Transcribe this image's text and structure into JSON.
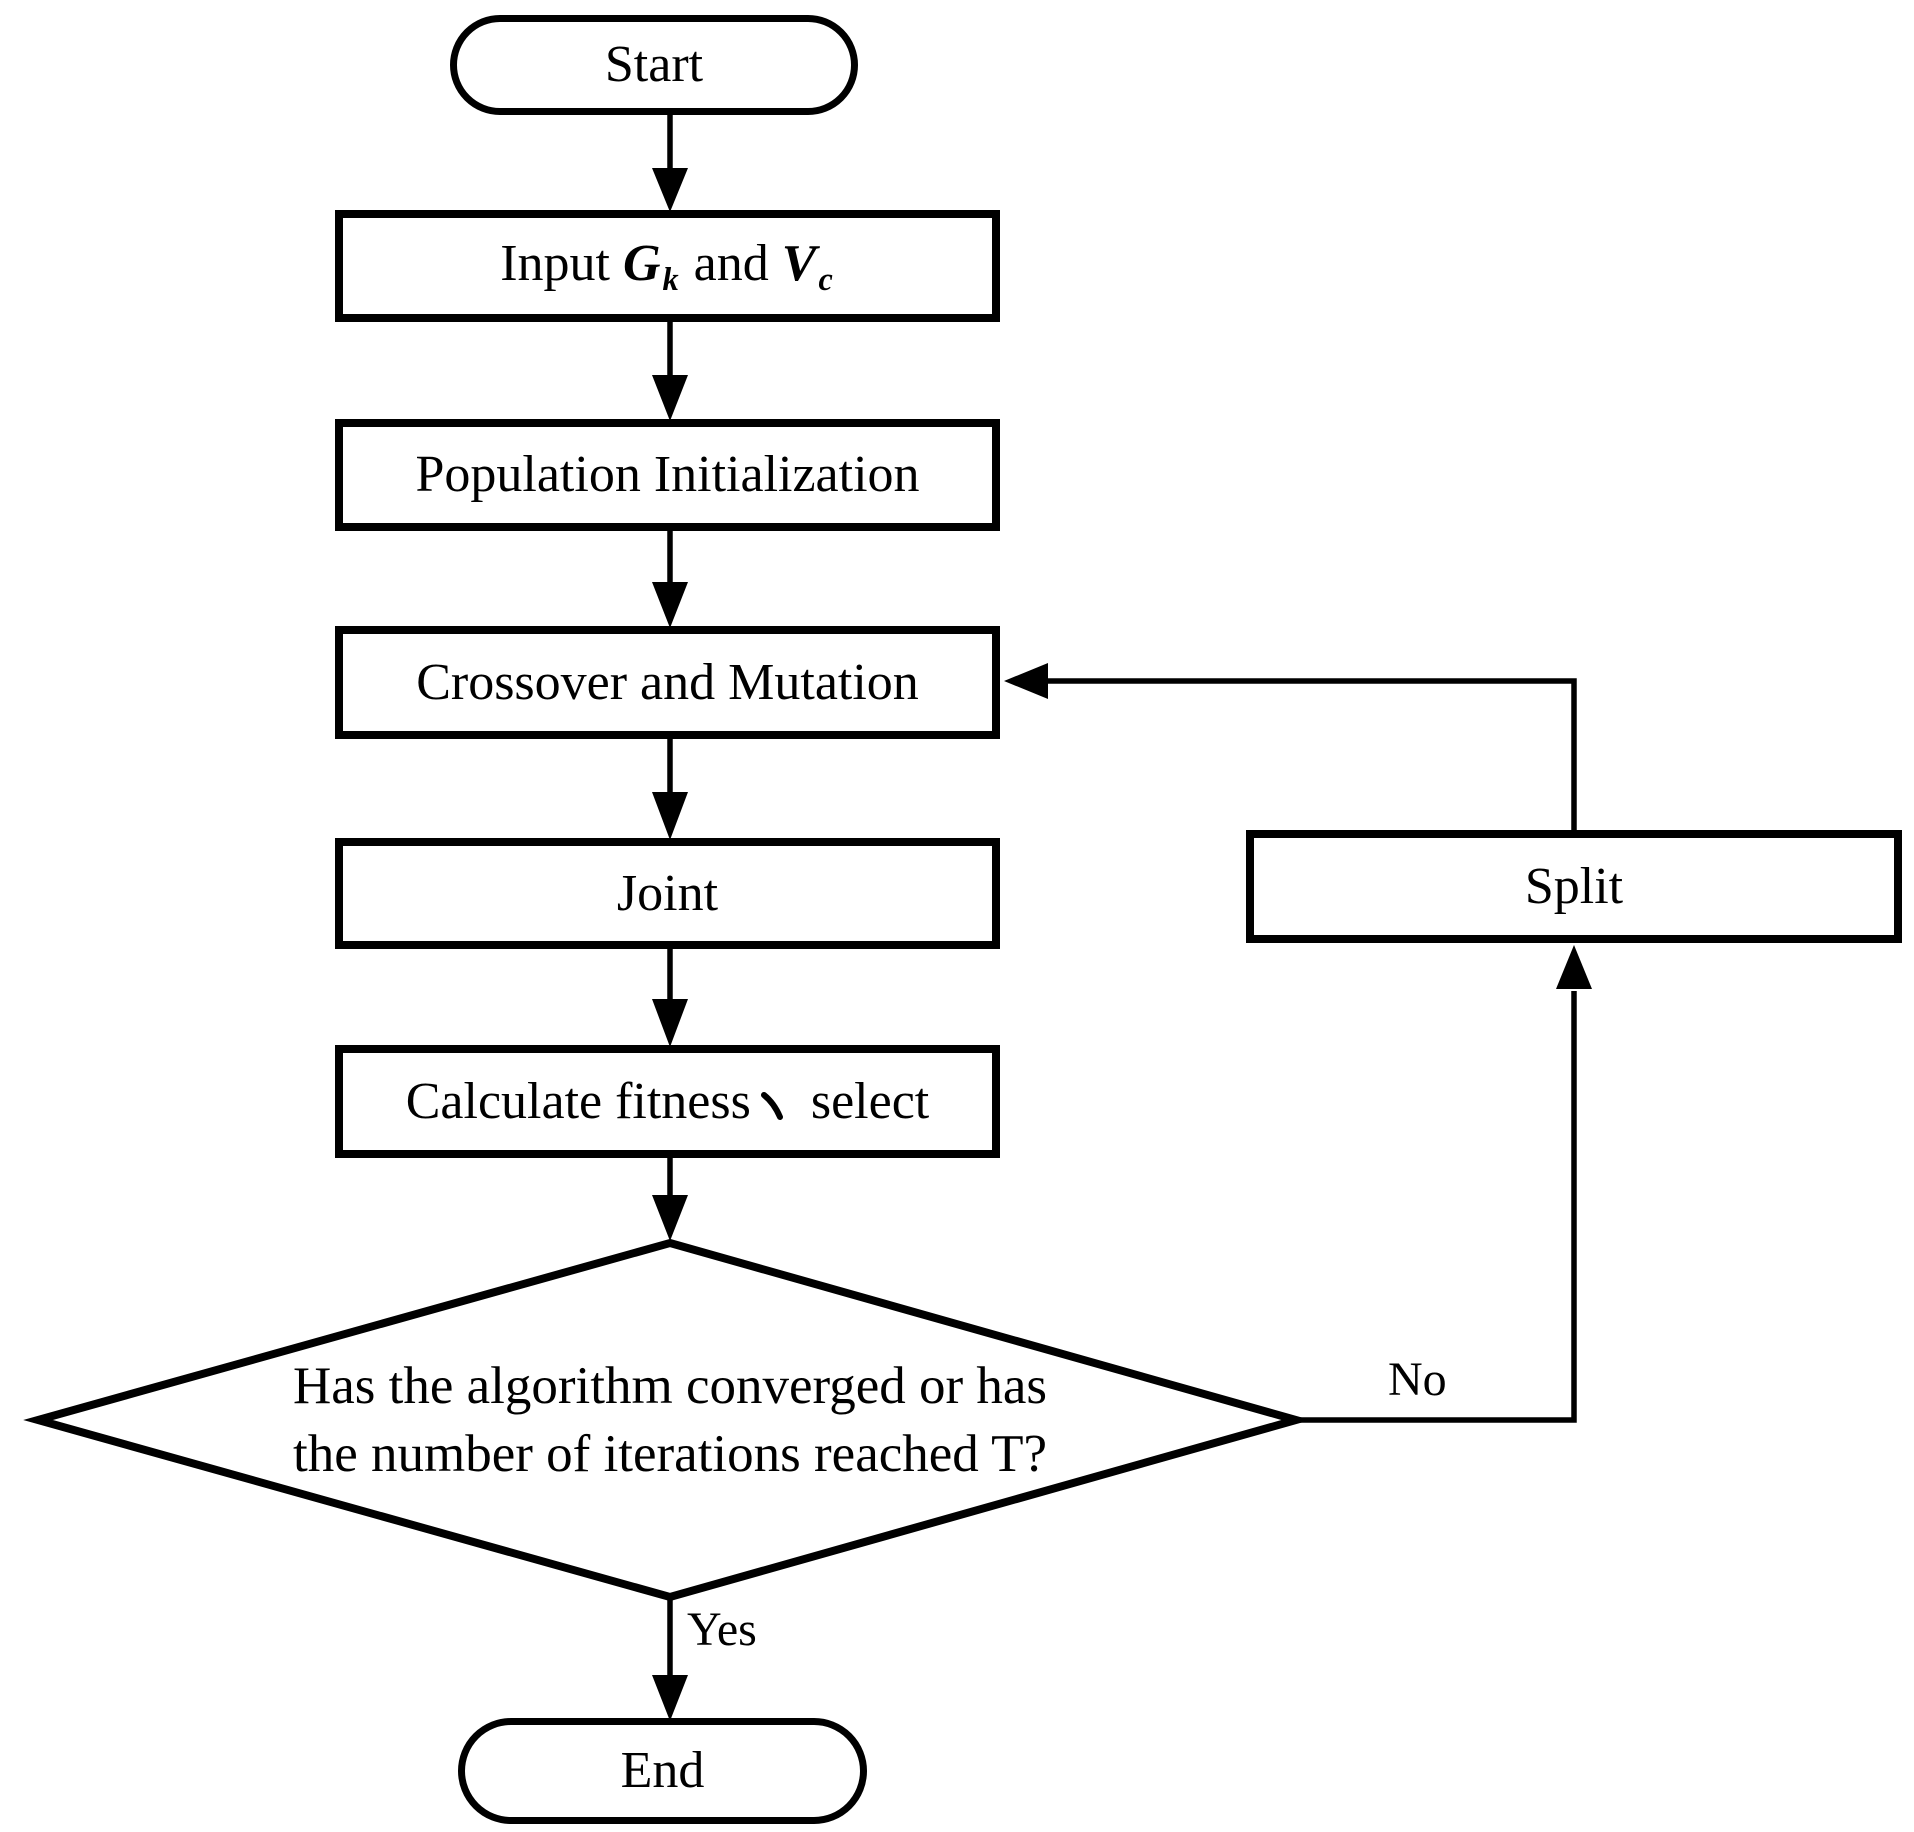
{
  "flowchart": {
    "colors": {
      "line": "#000000",
      "node_fill": "#ffffff",
      "text": "#000000",
      "background": "#ffffff"
    },
    "nodes": {
      "start": {
        "label": "Start"
      },
      "input": {
        "prefix": "Input ",
        "var1": {
          "base": "G",
          "subscript": "k"
        },
        "conjunction": " and ",
        "var2": {
          "base": "V",
          "subscript": "c"
        }
      },
      "population": {
        "label": "Population Initialization"
      },
      "crossover": {
        "label": "Crossover and Mutation"
      },
      "joint": {
        "label": "Joint"
      },
      "calculate": {
        "text_before_comma": "Calculate fitness",
        "ideographic_comma": "、",
        "text_after_comma": "select"
      },
      "decision": {
        "line1": "Has the algorithm converged or has",
        "line2": "the number of iterations reached T?"
      },
      "split": {
        "label": "Split"
      },
      "end": {
        "label": "End"
      }
    },
    "edge_labels": {
      "yes": "Yes",
      "no": "No"
    }
  }
}
